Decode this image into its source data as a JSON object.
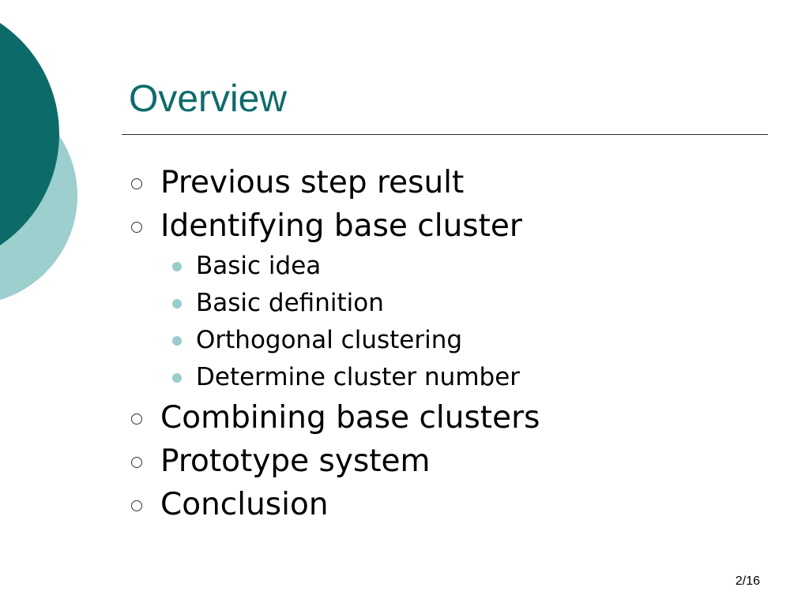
{
  "slide": {
    "title": "Overview",
    "bullets": [
      {
        "label": "Previous step result",
        "sub": []
      },
      {
        "label": "Identifying base cluster",
        "sub": [
          "Basic idea",
          "Basic definition",
          "Orthogonal clustering",
          "Determine cluster number"
        ]
      },
      {
        "label": "Combining base clusters",
        "sub": []
      },
      {
        "label": "Prototype system",
        "sub": []
      },
      {
        "label": "Conclusion",
        "sub": []
      }
    ],
    "page_number": "2/16"
  },
  "theme": {
    "title_color": "#0f6b6b",
    "dark_teal": "#0c6b68",
    "light_teal": "#9ccfce",
    "sub_bullet_color": "#99cccc",
    "decoration": "teal-circles"
  }
}
